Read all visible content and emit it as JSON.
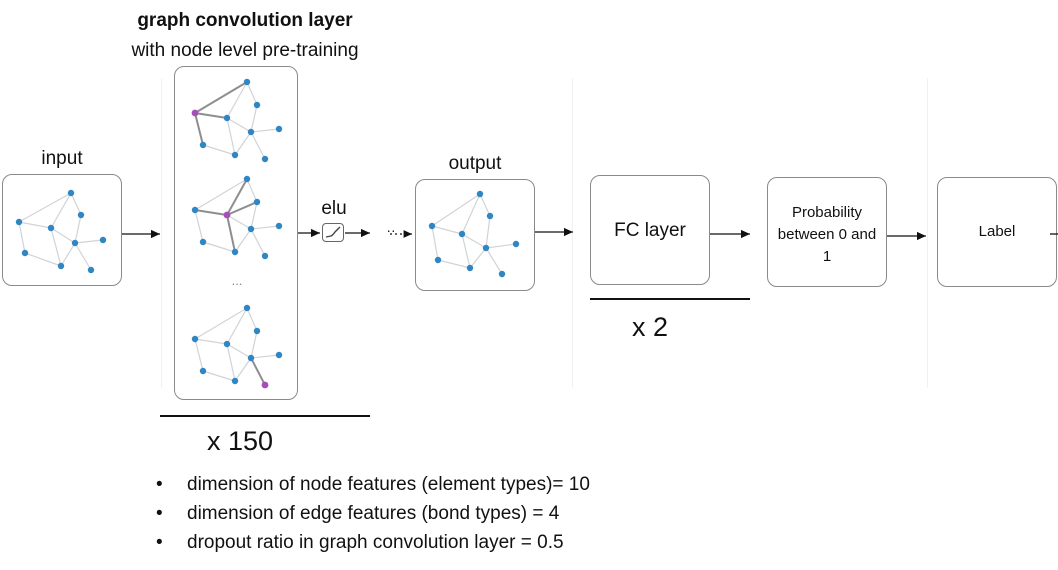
{
  "gcl": {
    "title": "graph convolution layer",
    "subtitle": "with node level pre-training",
    "ellipsis": "...",
    "repeat": "x 150"
  },
  "input_label": "input",
  "activation_label": "elu",
  "dots_label": "··",
  "output_label": "output",
  "fc": {
    "label": "FC layer",
    "repeat": "x 2"
  },
  "prob_label": "Probability between 0 and 1",
  "final_label": "Label",
  "notes": [
    "dimension of node features (element types)=  10",
    "dimension of edge features (bond types) =  4",
    "dropout ratio in graph convolution layer = 0.5"
  ],
  "colors": {
    "node": "#2f86c3",
    "highlight_node": "#a64dba",
    "edge": "#cfd4d8",
    "box_border": "#8a8a8a"
  }
}
